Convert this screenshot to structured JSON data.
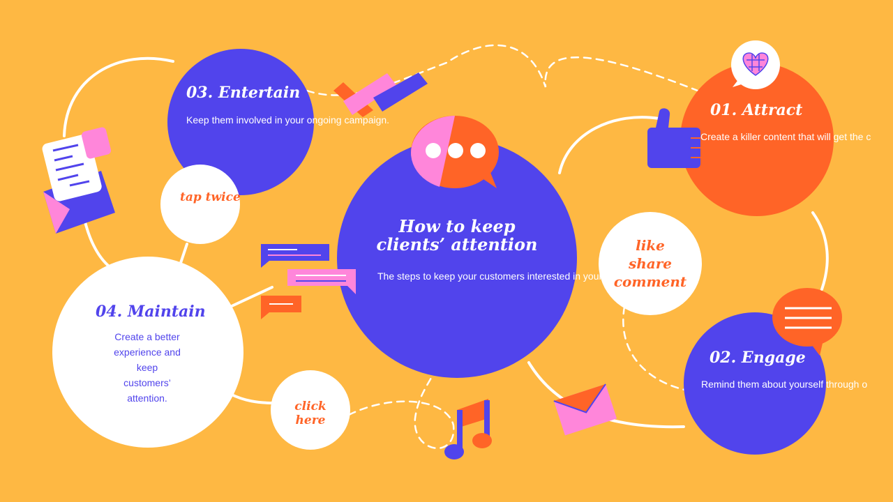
{
  "colors": {
    "background": "#FEB843",
    "purple": "#5144EC",
    "orange": "#FF6427",
    "pink": "#FF86DA",
    "white": "#FFFFFF"
  },
  "center": {
    "title_line1": "How to keep",
    "title_line2": "clients’ attention",
    "subtitle": "The steps to keep your customers interested in your business profile."
  },
  "steps": {
    "attract": {
      "title": "01. Attract",
      "text": "Create a killer content that will get the c"
    },
    "engage": {
      "title": "02. Engage",
      "text": "Remind them about yourself through o"
    },
    "entertain": {
      "title": "03. Entertain",
      "text": "Keep them involved in your ongoing campaign."
    },
    "maintain": {
      "title": "04. Maintain",
      "text_lines": [
        "Create a better",
        "experience and",
        "keep",
        "customers’",
        "attention."
      ]
    }
  },
  "tags": {
    "tap": "tap twice",
    "click_line1": "click",
    "click_line2": "here",
    "like": "like",
    "share": "share",
    "comment": "comment"
  },
  "icons": [
    "letter-icon",
    "checkmark-icon",
    "chat-bubble-icon",
    "thumbs-up-icon",
    "heart-bubble-icon",
    "message-bubble-icon",
    "envelope-icon",
    "music-note-icon",
    "chat-lines-icon"
  ]
}
